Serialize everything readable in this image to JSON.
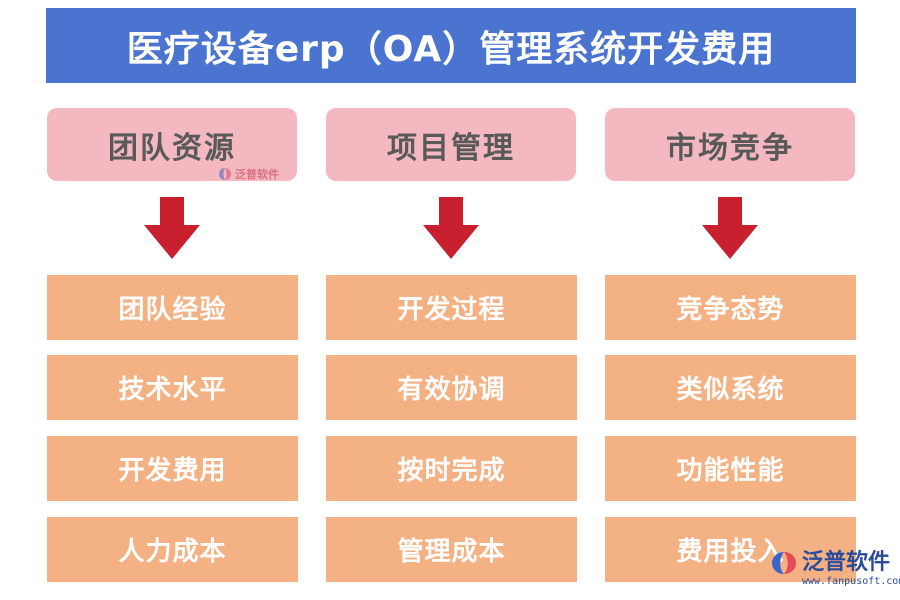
{
  "title": "医疗设备erp（OA）管理系统开发费用",
  "colors": {
    "title_bg": "#4a74d0",
    "category_bg": "#f4b8c1",
    "category_text": "#595959",
    "item_bg": "#f4b183",
    "arrow": "#c8202f"
  },
  "columns": [
    {
      "category": "团队资源",
      "items": [
        "团队经验",
        "技术水平",
        "开发费用",
        "人力成本"
      ]
    },
    {
      "category": "项目管理",
      "items": [
        "开发过程",
        "有效协调",
        "按时完成",
        "管理成本"
      ]
    },
    {
      "category": "市场竞争",
      "items": [
        "竞争态势",
        "类似系统",
        "功能性能",
        "费用投入"
      ]
    }
  ],
  "watermark": {
    "small_brand": "泛普软件",
    "brand": "泛普软件",
    "url": "www.fanpusoft.com"
  }
}
